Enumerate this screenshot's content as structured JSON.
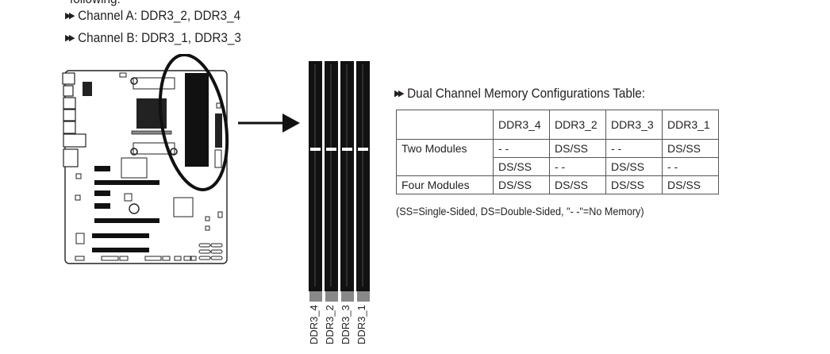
{
  "page": {
    "cut_text": "following:",
    "channels": [
      {
        "label": "Channel A: DDR3_2, DDR3_4"
      },
      {
        "label": "Channel B: DDR3_1, DDR3_3"
      }
    ],
    "bullet_icon": "double-triangle-right-icon",
    "table_title": "Dual Channel Memory Configurations Table:",
    "table": {
      "headers": [
        "",
        "DDR3_4",
        "DDR3_2",
        "DDR3_3",
        "DDR3_1"
      ],
      "rows": [
        {
          "label": "Two Modules",
          "cells": [
            "- -",
            "DS/SS",
            "- -",
            "DS/SS"
          ]
        },
        {
          "label": "",
          "cells": [
            "DS/SS",
            "- -",
            "DS/SS",
            "- -"
          ]
        },
        {
          "label": "Four Modules",
          "cells": [
            "DS/SS",
            "DS/SS",
            "DS/SS",
            "DS/SS"
          ]
        }
      ]
    },
    "note": "(SS=Single-Sided, DS=Double-Sided, \"- -\"=No Memory)",
    "dimm_slots": [
      "DDR3_4",
      "DDR3_2",
      "DDR3_3",
      "DDR3_1"
    ]
  }
}
